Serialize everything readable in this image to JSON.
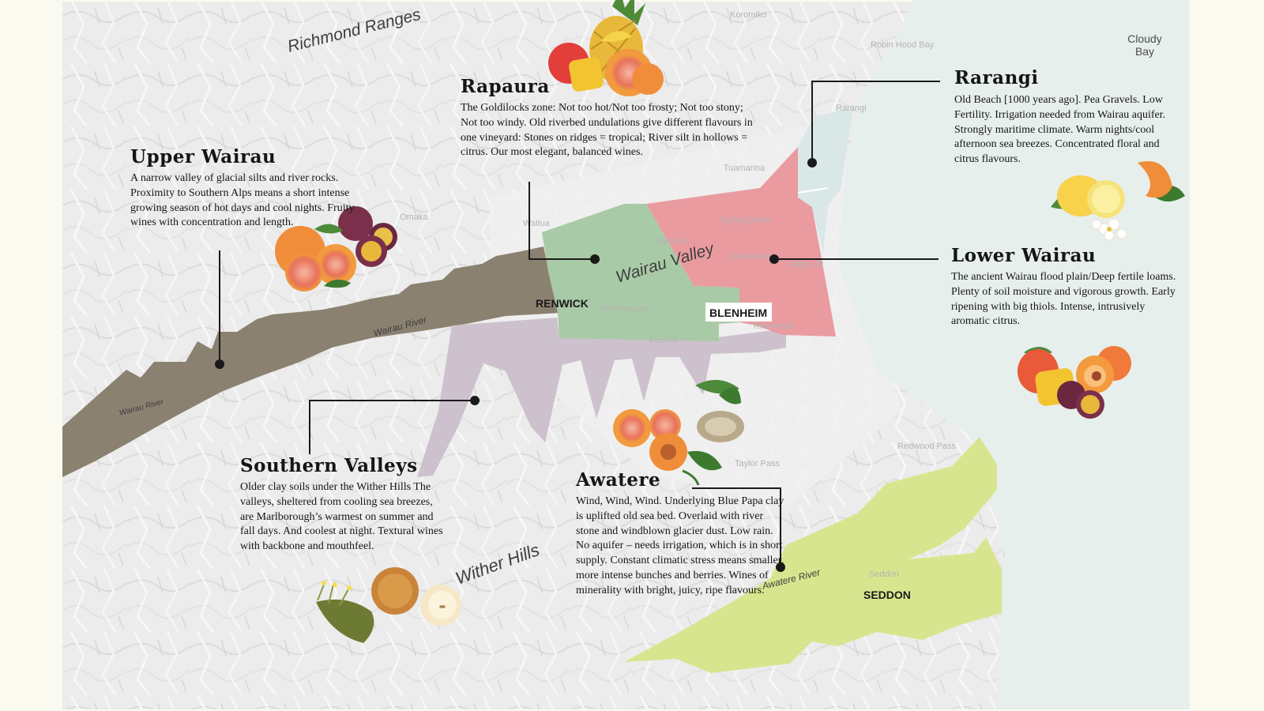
{
  "colors": {
    "page_background": "#fbfaf0",
    "terrain": "#ececec",
    "sea": "#e7efec",
    "upper_wairau": "#8b8171",
    "southern_valleys": "#cdc1cd",
    "rapaura": "#a9caa6",
    "lower_wairau": "#ea9ba0",
    "rarangi": "#d9e7e7",
    "awatere": "#d7e68e",
    "leader_line": "#1a1a1a"
  },
  "map": {
    "place_labels": {
      "richmond_ranges": "Richmond Ranges",
      "wither_hills": "Wither Hills",
      "wairau_valley": "Wairau Valley",
      "wairau_river": "Wairau River",
      "wairau_river_small": "Wairau River",
      "awatere_river": "Awatere River",
      "cloudy_bay_line1": "Cloudy",
      "cloudy_bay_line2": "Bay"
    },
    "towns": {
      "renwick": "RENWICK",
      "blenheim": "BLENHEIM",
      "seddon": "SEDDON"
    },
    "faint_labels": {
      "koromiko": "Koromiko",
      "robin_hood_bay": "Robin Hood Bay",
      "rarangi": "Rarangi",
      "tuamarina": "Tuamarina",
      "spring_creek": "Spring Creek",
      "grovetown": "Grovetown",
      "rapaura": "Rapaura",
      "woodbourne": "Woodbourne",
      "riverlands": "Riverlands",
      "fairhall": "Fairhall",
      "omaka": "Omaka",
      "taylor_pass": "Taylor Pass",
      "redwood_pass": "Redwood Pass",
      "seddon": "Seddon",
      "waitua": "Waitua",
      "dillons": "Dillons Pt"
    }
  },
  "regions": {
    "upper_wairau": {
      "title": "Upper Wairau",
      "description": "A narrow valley of glacial silts and river rocks. Proximity to Southern Alps means a short intense growing season of hot days and cool nights. Fruity wines with concentration and length.",
      "fruit_icon": "grapefruit-passionfruit-icon"
    },
    "rapaura": {
      "title": "Rapaura",
      "description": "The Goldilocks zone: Not too hot/Not too frosty; Not too stony; Not too windy. Old riverbed undulations give different flavours in one vineyard: Stones on ridges = tropical; River silt in hollows = citrus. Our most elegant, balanced wines.",
      "fruit_icon": "pineapple-mango-grapefruit-icon"
    },
    "rarangi": {
      "title": "Rarangi",
      "description": "Old Beach [1000 years ago]. Pea Gravels. Low Fertility. Irrigation needed from Wairau aquifer. Strongly maritime climate. Warm nights/cool afternoon sea breezes. Concentrated floral and citrus flavours.",
      "fruit_icon": "lemon-orange-blossom-icon"
    },
    "lower_wairau": {
      "title": "Lower Wairau",
      "description": "The ancient Wairau flood plain/Deep fertile loams. Plenty of soil moisture and vigorous growth. Early ripening with big thiols. Intense, intrusively aromatic citrus.",
      "fruit_icon": "mango-peach-passionfruit-icon"
    },
    "southern_valleys": {
      "title": "Southern Valleys",
      "description": "Older clay soils under the Wither Hills The valleys, sheltered from cooling sea breezes, are Marlborough’s warmest on summer and fall days. And coolest at night. Textural wines with backbone and mouthfeel.",
      "fruit_icon": "pear-herbs-icon"
    },
    "awatere": {
      "title": "Awatere",
      "description": "Wind, Wind, Wind. Underlying Blue Papa clay is uplifted old sea bed. Overlaid with river stone and windblown glacier dust. Low rain. No aquifer – needs irrigation, which is in short supply. Constant climatic stress means smaller, more intense bunches and berries. Wines of minerality with bright, juicy, ripe flavours.",
      "fruit_icon": "grapefruit-apricot-oyster-tomato-leaf-icon"
    }
  }
}
